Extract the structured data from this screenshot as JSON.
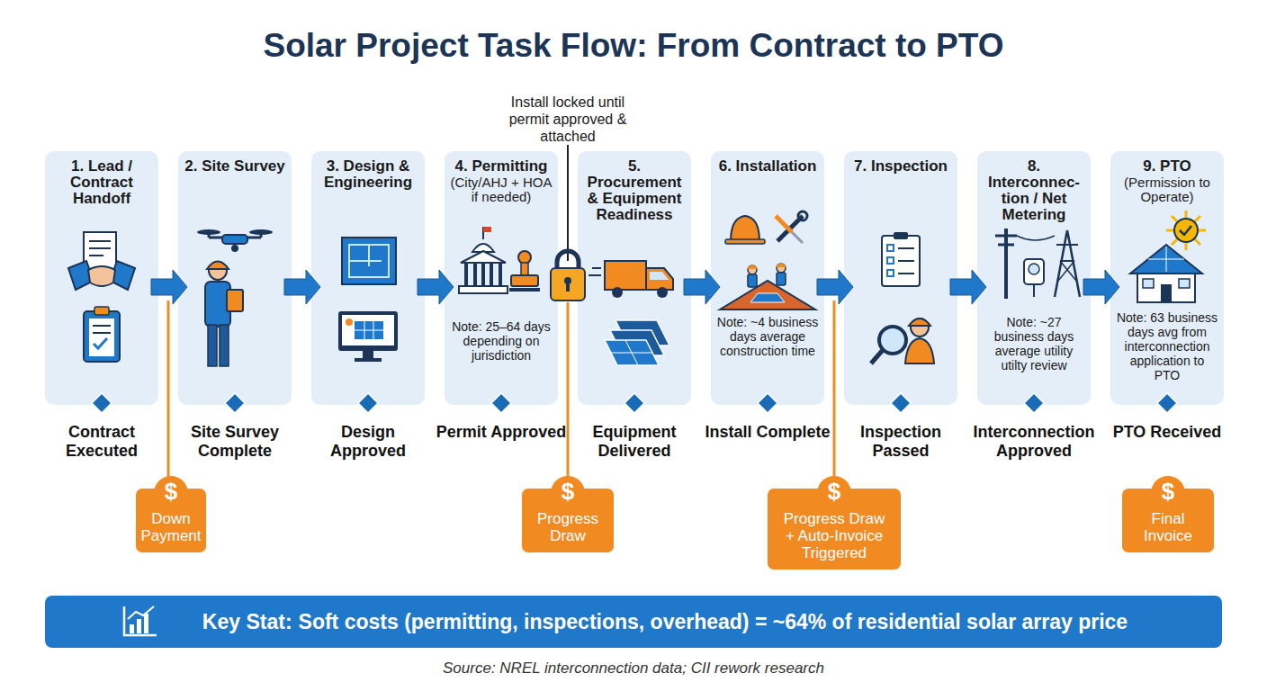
{
  "diagram": {
    "title": "Solar Project Task Flow: From Contract to PTO",
    "caption": "Source: NREL interconnection data; CII rework research",
    "nodes": [
      {
        "text": [
          "1. Lead / Contract Handoff"
        ]
      },
      {
        "text": [
          "2. Site Survey"
        ]
      },
      {
        "text": [
          "3. Design & Engineering"
        ]
      },
      {
        "text": [
          "4. Permitting",
          "(City/AHJ + HOA if needed)",
          "Note: 25–64 days depending on jurisdiction"
        ]
      },
      {
        "text": [
          "5. Procurement & Equipment Readiness"
        ]
      },
      {
        "text": [
          "6. Installation",
          "Note: ~4 business days average construction time"
        ]
      },
      {
        "text": [
          "7. Inspection"
        ]
      },
      {
        "text": [
          "8. Interconnec-tion / Net Metering",
          "Note: ~27 business days average utility utilty review"
        ]
      },
      {
        "text": [
          "9. PTO",
          "(Permission to Operate)",
          "Note: 63 business days avg from interconnection application to PTO"
        ]
      },
      {
        "text": [
          "Contract Executed"
        ]
      },
      {
        "text": [
          "Site Survey Complete"
        ]
      },
      {
        "text": [
          "Design Approved"
        ]
      },
      {
        "text": [
          "Permit Approved"
        ]
      },
      {
        "text": [
          "Equipment Delivered"
        ]
      },
      {
        "text": [
          "Install Complete"
        ]
      },
      {
        "text": [
          "Inspection Passed"
        ]
      },
      {
        "text": [
          "Interconnection Approved"
        ]
      },
      {
        "text": [
          "PTO Received"
        ]
      },
      {
        "text": [
          "$",
          "Down Payment"
        ]
      },
      {
        "text": [
          "$",
          "Progress Draw"
        ]
      },
      {
        "text": [
          "$",
          "Progress Draw + Auto-Invoice Triggered"
        ]
      },
      {
        "text": [
          "$",
          "Final Invoice"
        ]
      },
      {
        "text": [
          "Key Stat:",
          "Soft costs (permitting, inspections, overhead) = ~64% of residential solar array price"
        ]
      }
    ],
    "edges": [
      {
        "from": 0,
        "to": 1,
        "arrow": "to"
      },
      {
        "from": 1,
        "to": 2,
        "arrow": "to"
      },
      {
        "from": 2,
        "to": 3,
        "arrow": "to"
      },
      {
        "from": 4,
        "to": 5,
        "arrow": "to"
      },
      {
        "from": 5,
        "to": 6,
        "arrow": "to"
      },
      {
        "from": 6,
        "to": 7,
        "arrow": "to"
      },
      {
        "from": 7,
        "to": 8,
        "arrow": "to"
      }
    ],
    "labels": [
      "Install locked until permit approved & attached"
    ]
  }
}
